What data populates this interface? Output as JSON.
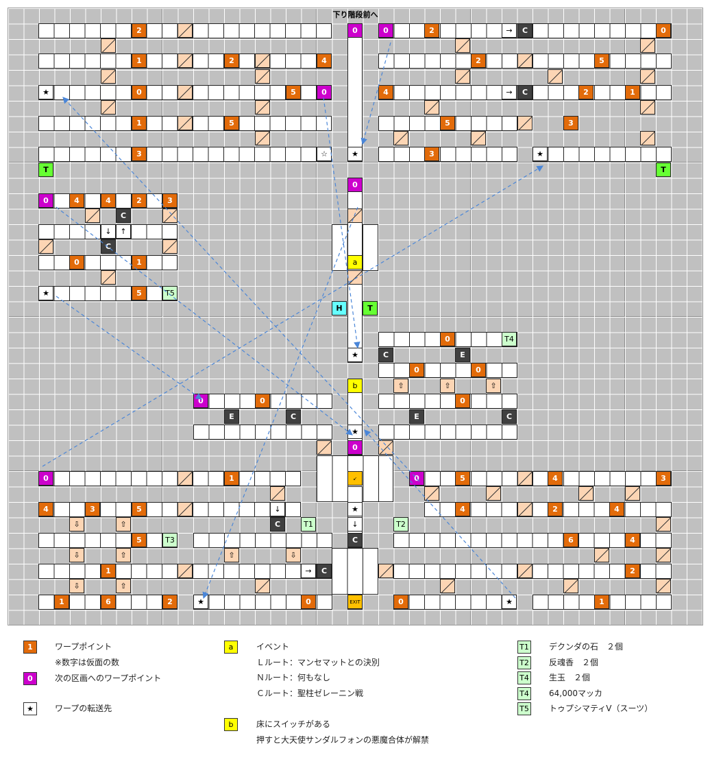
{
  "map": {
    "title": "下り階段前へ",
    "rooms": [
      [
        44,
        22,
        428,
        22
      ],
      [
        44,
        66,
        428,
        22
      ],
      [
        44,
        112,
        428,
        22
      ],
      [
        44,
        157,
        428,
        22
      ],
      [
        44,
        202,
        428,
        22
      ],
      [
        540,
        22,
        428,
        22
      ],
      [
        540,
        66,
        428,
        22
      ],
      [
        540,
        112,
        428,
        22
      ],
      [
        540,
        157,
        203,
        22
      ],
      [
        540,
        202,
        203,
        22
      ],
      [
        765,
        202,
        203,
        22
      ],
      [
        44,
        270,
        203,
        22
      ],
      [
        44,
        315,
        203,
        22
      ],
      [
        44,
        360,
        203,
        22
      ],
      [
        44,
        405,
        203,
        22
      ],
      [
        472,
        315,
        68,
        68
      ],
      [
        540,
        472,
        203,
        22
      ],
      [
        540,
        517,
        203,
        22
      ],
      [
        540,
        562,
        203,
        22
      ],
      [
        540,
        607,
        203,
        22
      ],
      [
        270,
        562,
        203,
        22
      ],
      [
        270,
        607,
        203,
        22
      ],
      [
        450,
        652,
        112,
        68
      ],
      [
        44,
        675,
        383,
        22
      ],
      [
        44,
        720,
        383,
        22
      ],
      [
        44,
        765,
        203,
        22
      ],
      [
        270,
        765,
        203,
        22
      ],
      [
        44,
        810,
        428,
        22
      ],
      [
        44,
        855,
        203,
        22
      ],
      [
        270,
        855,
        203,
        22
      ],
      [
        585,
        675,
        383,
        22
      ],
      [
        607,
        720,
        361,
        22
      ],
      [
        562,
        765,
        406,
        22
      ],
      [
        562,
        810,
        406,
        22
      ],
      [
        562,
        855,
        180,
        22
      ],
      [
        765,
        855,
        203,
        22
      ],
      [
        472,
        787,
        68,
        68
      ]
    ],
    "vcorridors": [
      [
        495,
        22,
        22,
        202
      ],
      [
        495,
        247,
        22,
        270
      ],
      [
        495,
        540,
        22,
        112
      ],
      [
        495,
        697,
        22,
        90
      ],
      [
        495,
        855,
        22,
        22
      ]
    ],
    "cells": [
      [
        "warp",
        "2",
        180,
        22
      ],
      [
        "stair",
        "",
        247,
        22
      ],
      [
        "next",
        "0",
        495,
        22
      ],
      [
        "next",
        "0",
        540,
        22
      ],
      [
        "warp",
        "2",
        607,
        22
      ],
      [
        "arr",
        "→",
        720,
        22
      ],
      [
        "dark",
        "C",
        743,
        22
      ],
      [
        "warp",
        "0",
        945,
        22
      ],
      [
        "stair",
        "",
        135,
        44
      ],
      [
        "stair",
        "",
        652,
        44
      ],
      [
        "stair",
        "",
        922,
        44
      ],
      [
        "warp",
        "1",
        180,
        66
      ],
      [
        "stair",
        "",
        247,
        66
      ],
      [
        "warp",
        "2",
        315,
        66
      ],
      [
        "stair",
        "",
        360,
        66
      ],
      [
        "warp",
        "4",
        450,
        66
      ],
      [
        "warp",
        "2",
        675,
        66
      ],
      [
        "stair",
        "",
        743,
        66
      ],
      [
        "warp",
        "5",
        855,
        66
      ],
      [
        "stair",
        "",
        135,
        89
      ],
      [
        "stair",
        "",
        360,
        89
      ],
      [
        "stair",
        "",
        652,
        89
      ],
      [
        "stair",
        "",
        787,
        89
      ],
      [
        "stair",
        "",
        922,
        89
      ],
      [
        "star",
        "★",
        44,
        112
      ],
      [
        "warp",
        "0",
        180,
        112
      ],
      [
        "stair",
        "",
        247,
        112
      ],
      [
        "warp",
        "5",
        405,
        112
      ],
      [
        "next",
        "0",
        450,
        112
      ],
      [
        "warp",
        "4",
        540,
        112
      ],
      [
        "arr",
        "→",
        720,
        112
      ],
      [
        "dark",
        "C",
        743,
        112
      ],
      [
        "warp",
        "2",
        832,
        112
      ],
      [
        "warp",
        "1",
        900,
        112
      ],
      [
        "stair",
        "",
        135,
        134
      ],
      [
        "stair",
        "",
        360,
        134
      ],
      [
        "stair",
        "",
        607,
        134
      ],
      [
        "stair",
        "",
        922,
        134
      ],
      [
        "warp",
        "1",
        180,
        157
      ],
      [
        "stair",
        "",
        247,
        157
      ],
      [
        "warp",
        "5",
        315,
        157
      ],
      [
        "warp",
        "5",
        630,
        157
      ],
      [
        "stair",
        "",
        743,
        157
      ],
      [
        "warp",
        "3",
        810,
        157
      ],
      [
        "stair",
        "",
        360,
        179
      ],
      [
        "stair",
        "",
        562,
        179
      ],
      [
        "stair",
        "",
        675,
        179
      ],
      [
        "stair",
        "",
        922,
        179
      ],
      [
        "warp",
        "3",
        180,
        202
      ],
      [
        "arr",
        "☆",
        450,
        202
      ],
      [
        "star",
        "★",
        495,
        202
      ],
      [
        "warp",
        "3",
        607,
        202
      ],
      [
        "star",
        "★",
        765,
        202
      ],
      [
        "tcell",
        "T",
        44,
        225
      ],
      [
        "tcell",
        "T",
        945,
        225
      ],
      [
        "next",
        "0",
        495,
        247
      ],
      [
        "next",
        "0",
        44,
        270
      ],
      [
        "warp",
        "4",
        89,
        270
      ],
      [
        "warp",
        "4",
        135,
        270
      ],
      [
        "warp",
        "2",
        180,
        270
      ],
      [
        "warp",
        "3",
        225,
        270
      ],
      [
        "stair",
        "",
        112,
        292
      ],
      [
        "dark",
        "C",
        157,
        292
      ],
      [
        "stair",
        "",
        225,
        292
      ],
      [
        "stair",
        "",
        495,
        292
      ],
      [
        "arr",
        "↓",
        135,
        315
      ],
      [
        "arr",
        "↑",
        157,
        315
      ],
      [
        "stair",
        "",
        44,
        337
      ],
      [
        "dark",
        "C",
        135,
        337
      ],
      [
        "stair",
        "",
        225,
        337
      ],
      [
        "warp",
        "0",
        89,
        360
      ],
      [
        "warp",
        "1",
        180,
        360
      ],
      [
        "event",
        "a",
        495,
        360
      ],
      [
        "stair",
        "",
        135,
        382
      ],
      [
        "stair",
        "",
        495,
        382
      ],
      [
        "star",
        "★",
        44,
        405
      ],
      [
        "warp",
        "5",
        180,
        405
      ],
      [
        "trs",
        "T5",
        225,
        405
      ],
      [
        "hcell",
        "H",
        472,
        427
      ],
      [
        "tcell",
        "T",
        517,
        427
      ],
      [
        "warp",
        "0",
        630,
        472
      ],
      [
        "trs",
        "T4",
        720,
        472
      ],
      [
        "dark",
        "C",
        540,
        495
      ],
      [
        "dark",
        "E",
        652,
        495
      ],
      [
        "star",
        "★",
        495,
        495
      ],
      [
        "warp",
        "0",
        585,
        517
      ],
      [
        "warp",
        "0",
        675,
        517
      ],
      [
        "oarr",
        "⇧",
        562,
        540
      ],
      [
        "oarr",
        "⇧",
        630,
        540
      ],
      [
        "oarr",
        "⇧",
        697,
        540
      ],
      [
        "event",
        "b",
        495,
        540
      ],
      [
        "next",
        "0",
        270,
        562
      ],
      [
        "warp",
        "0",
        360,
        562
      ],
      [
        "warp",
        "0",
        652,
        562
      ],
      [
        "dark",
        "E",
        315,
        585
      ],
      [
        "dark",
        "C",
        405,
        585
      ],
      [
        "dark",
        "E",
        585,
        585
      ],
      [
        "dark",
        "C",
        720,
        585
      ],
      [
        "star",
        "★",
        495,
        607
      ],
      [
        "stair",
        "",
        450,
        630
      ],
      [
        "next",
        "0",
        495,
        630
      ],
      [
        "stair",
        "",
        540,
        630
      ],
      [
        "next",
        "0",
        44,
        675
      ],
      [
        "stair",
        "",
        247,
        675
      ],
      [
        "warp",
        "1",
        315,
        675
      ],
      [
        "exit",
        "↙",
        495,
        675
      ],
      [
        "next",
        "0",
        585,
        675
      ],
      [
        "warp",
        "5",
        652,
        675
      ],
      [
        "stair",
        "",
        743,
        675
      ],
      [
        "warp",
        "4",
        787,
        675
      ],
      [
        "warp",
        "3",
        945,
        675
      ],
      [
        "stair",
        "",
        382,
        697
      ],
      [
        "stair",
        "",
        607,
        697
      ],
      [
        "stair",
        "",
        697,
        697
      ],
      [
        "stair",
        "",
        832,
        697
      ],
      [
        "stair",
        "",
        900,
        697
      ],
      [
        "warp",
        "4",
        44,
        720
      ],
      [
        "warp",
        "3",
        112,
        720
      ],
      [
        "warp",
        "5",
        180,
        720
      ],
      [
        "stair",
        "",
        247,
        720
      ],
      [
        "arr",
        "↓",
        382,
        720
      ],
      [
        "star",
        "★",
        495,
        720
      ],
      [
        "warp",
        "4",
        652,
        720
      ],
      [
        "stair",
        "",
        743,
        720
      ],
      [
        "warp",
        "2",
        787,
        720
      ],
      [
        "warp",
        "4",
        877,
        720
      ],
      [
        "oarr",
        "⇩",
        89,
        742
      ],
      [
        "oarr",
        "⇧",
        157,
        742
      ],
      [
        "dark",
        "C",
        382,
        742
      ],
      [
        "trs",
        "T1",
        427,
        742
      ],
      [
        "arr",
        "↓",
        495,
        742
      ],
      [
        "trs",
        "T2",
        562,
        742
      ],
      [
        "stair",
        "",
        945,
        742
      ],
      [
        "warp",
        "5",
        180,
        765
      ],
      [
        "trs",
        "T3",
        225,
        765
      ],
      [
        "dark",
        "C",
        495,
        765
      ],
      [
        "warp",
        "6",
        810,
        765
      ],
      [
        "warp",
        "4",
        900,
        765
      ],
      [
        "oarr",
        "⇩",
        89,
        787
      ],
      [
        "oarr",
        "⇧",
        157,
        787
      ],
      [
        "oarr",
        "⇧",
        315,
        787
      ],
      [
        "oarr",
        "⇩",
        405,
        787
      ],
      [
        "stair",
        "",
        855,
        787
      ],
      [
        "stair",
        "",
        945,
        787
      ],
      [
        "warp",
        "1",
        135,
        810
      ],
      [
        "stair",
        "",
        247,
        810
      ],
      [
        "arr",
        "→",
        427,
        810
      ],
      [
        "dark",
        "C",
        450,
        810
      ],
      [
        "stair",
        "",
        540,
        810
      ],
      [
        "stair",
        "",
        743,
        810
      ],
      [
        "warp",
        "2",
        900,
        810
      ],
      [
        "oarr",
        "⇩",
        89,
        832
      ],
      [
        "oarr",
        "⇧",
        157,
        832
      ],
      [
        "stair",
        "",
        360,
        832
      ],
      [
        "stair",
        "",
        630,
        832
      ],
      [
        "stair",
        "",
        810,
        832
      ],
      [
        "stair",
        "",
        945,
        832
      ],
      [
        "warp",
        "1",
        67,
        855
      ],
      [
        "warp",
        "6",
        135,
        855
      ],
      [
        "warp",
        "2",
        225,
        855
      ],
      [
        "star",
        "★",
        270,
        855
      ],
      [
        "warp",
        "0",
        427,
        855
      ],
      [
        "exit",
        "EXIT",
        495,
        855
      ],
      [
        "warp",
        "0",
        562,
        855
      ],
      [
        "star",
        "★",
        720,
        855
      ],
      [
        "warp",
        "1",
        855,
        855
      ]
    ],
    "links": [
      [
        558,
        50,
        517,
        198
      ],
      [
        460,
        130,
        510,
        495
      ],
      [
        510,
        290,
        285,
        860
      ],
      [
        70,
        290,
        502,
        622
      ],
      [
        70,
        420,
        282,
        570
      ],
      [
        50,
        668,
        780,
        230
      ],
      [
        600,
        690,
        80,
        130
      ],
      [
        740,
        860,
        520,
        615
      ]
    ]
  },
  "legend": {
    "warp": {
      "swatch": "1",
      "label": "ワープポイント",
      "note": "※数字は仮面の数"
    },
    "next": {
      "swatch": "0",
      "label": "次の区画へのワープポイント"
    },
    "dest": {
      "swatch": "★",
      "label": "ワープの転送先"
    },
    "event_a": {
      "swatch": "a",
      "label": "イベント",
      "lines": [
        "Ｌルート：マンセマットとの決別",
        "Ｎルート：何もなし",
        "Ｃルート：聖柱ゼレーニン戦"
      ]
    },
    "event_b": {
      "swatch": "b",
      "label": "床にスイッチがある",
      "note": "押すと大天使サンダルフォンの悪魔合体が解禁"
    },
    "treasures": [
      {
        "swatch": "T1",
        "label": "デクンダの石　２個"
      },
      {
        "swatch": "T2",
        "label": "反魂香　２個"
      },
      {
        "swatch": "T4",
        "label": "生玉　２個"
      },
      {
        "swatch": "T4",
        "label": "64,000マッカ"
      },
      {
        "swatch": "T5",
        "label": "トゥプシマティV（スーツ）"
      }
    ],
    "colors": {
      "warp": "#e26b0a",
      "next": "#cc00cc",
      "event": "#ffff00",
      "treasure": "#ccffcc",
      "link": "#4a86d8"
    }
  }
}
